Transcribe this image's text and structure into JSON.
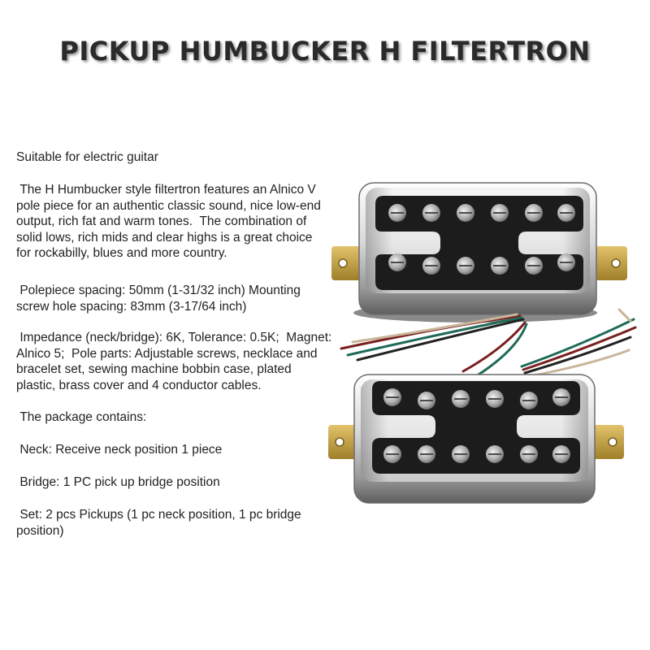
{
  "title": "PICKUP HUMBUCKER H FILTERTRON",
  "description": {
    "suitable": "Suitable for electric guitar",
    "features": " The H Humbucker style filtertron features an Alnico V\npole piece for an authentic classic sound, nice low-end\noutput, rich fat and warm tones.  The combination of\nsolid lows, rich mids and clear highs is a great choice\nfor rockabilly, blues and more country.",
    "spacing": " Polepiece spacing: 50mm (1-31/32 inch) Mounting\nscrew hole spacing: 83mm (3-17/64 inch)",
    "impedance": " Impedance (neck/bridge): 6K, Tolerance: 0.5K;  Magnet:\nAlnico 5;  Pole parts: Adjustable screws, necklace and\nbracelet set, sewing machine bobbin case, plated\nplastic, brass cover and 4 conductor cables.",
    "package": " The package contains:",
    "neck": " Neck: Receive neck position 1 piece",
    "bridge": " Bridge: 1 PC pick up bridge position",
    "set": " Set: 2 pcs Pickups (1 pc neck position, 1 pc bridge\nposition)"
  },
  "colors": {
    "chrome_light": "#f4f4f4",
    "chrome_dark": "#8a8a8a",
    "insert": "#1c1c1c",
    "brass": "#c8a24a",
    "pole": "#b9b9b9"
  }
}
